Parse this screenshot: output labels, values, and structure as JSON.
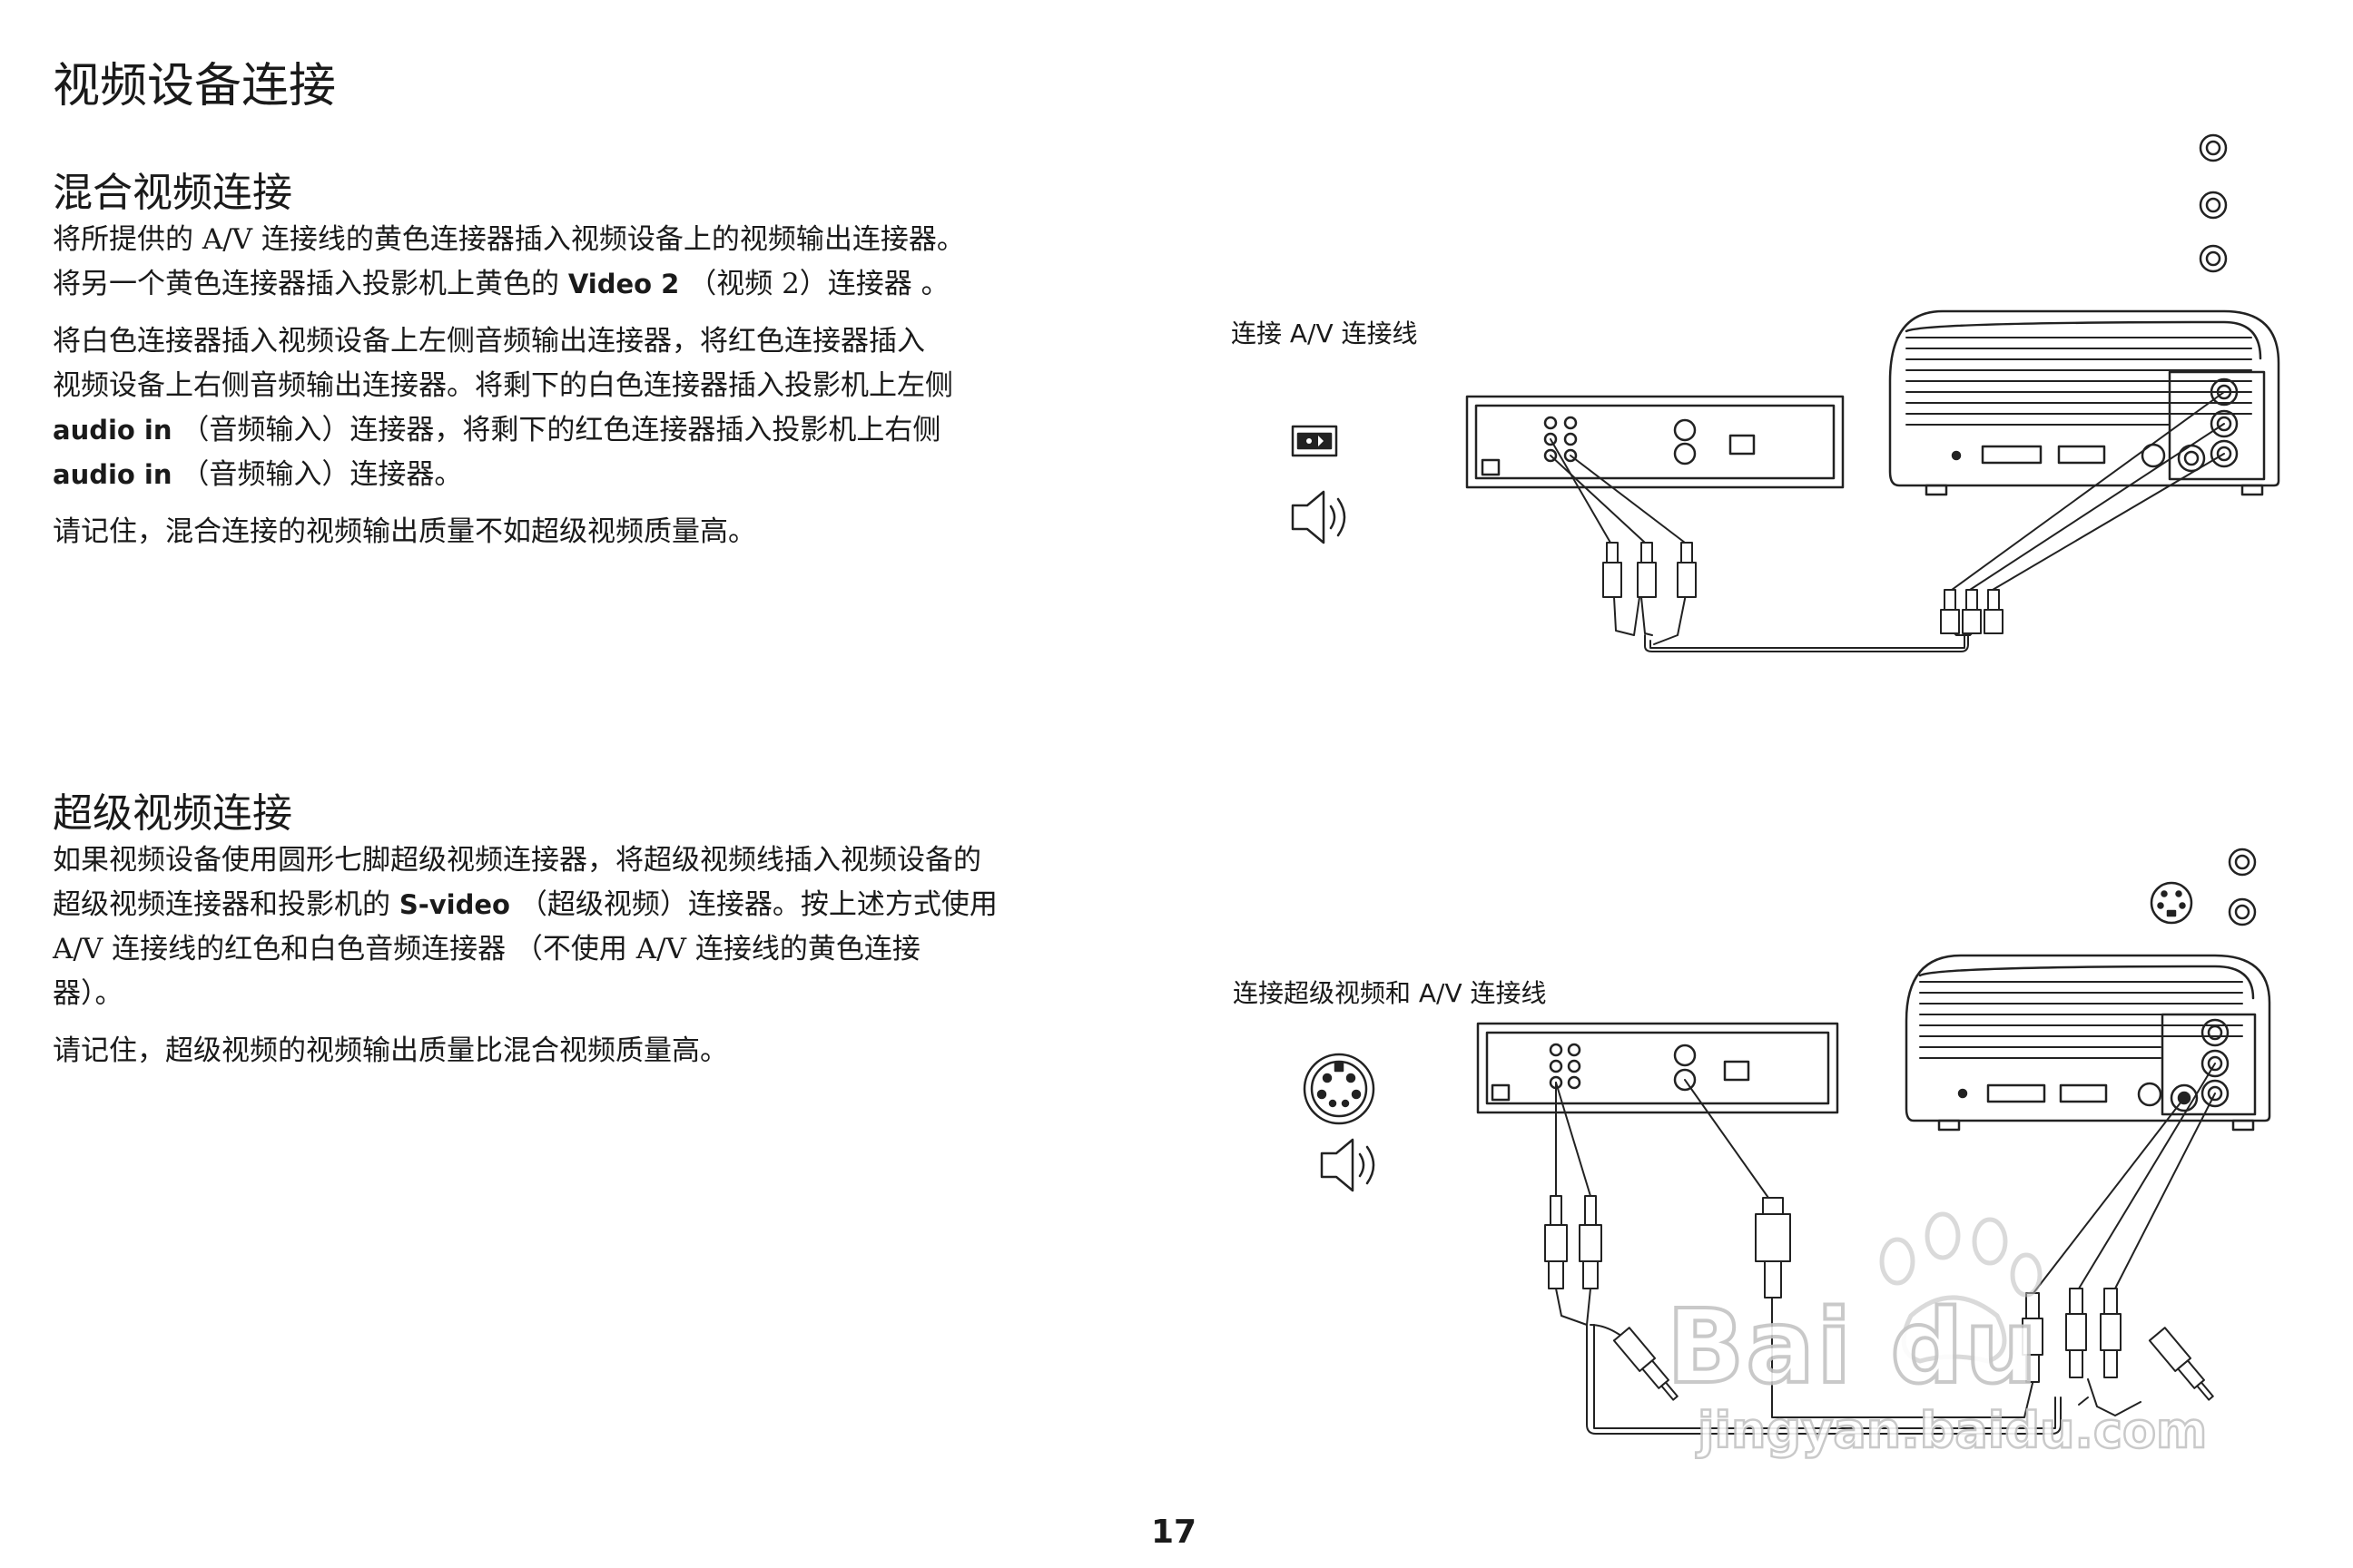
{
  "page_title": "视频设备连接",
  "composite": {
    "heading": "混合视频连接",
    "p1_lines": [
      "将所提供的 A/V 连接线的黄色连接器插入视频设备上的视频输出连接器。",
      "将另一个黄色连接器插入投影机上黄色的"
    ],
    "p1_bold": "Video 2",
    "p1_tail": "（视频 2）连接器 。",
    "p2_lines": [
      "将白色连接器插入视频设备上左侧音频输出连接器，将红色连接器插入",
      "视频设备上右侧音频输出连接器。将剩下的白色连接器插入投影机上左侧"
    ],
    "p2_bold1": "audio in",
    "p2_line3_tail": "（音频输入）连接器，将剩下的红色连接器插入投影机上右侧",
    "p2_bold2": "audio in",
    "p2_line4_tail": "（音频输入）连接器。",
    "p3": "请记住，混合连接的视频输出质量不如超级视频质量高。",
    "figure_caption": "连接  A/V 连接线"
  },
  "svideo": {
    "heading": "超级视频连接",
    "p1_line1": "如果视频设备使用圆形七脚超级视频连接器，将超级视频线插入视频设备的",
    "p1_line2_head": "超级视频连接器和投影机的",
    "p1_bold": "S-video",
    "p1_line2_tail": "（超级视频）连接器。按上述方式使用",
    "p1_line3": "A/V 连接线的红色和白色音频连接器 （不使用 A/V 连接线的黄色连接",
    "p1_line4": "器）。",
    "p2": "请记住，超级视频的视频输出质量比混合视频质量高。",
    "figure_caption": "连接超级视频和 A/V 连接线"
  },
  "page_number": "17",
  "watermark": {
    "logo": "Bai du",
    "url": "jingyan.baidu.com"
  }
}
